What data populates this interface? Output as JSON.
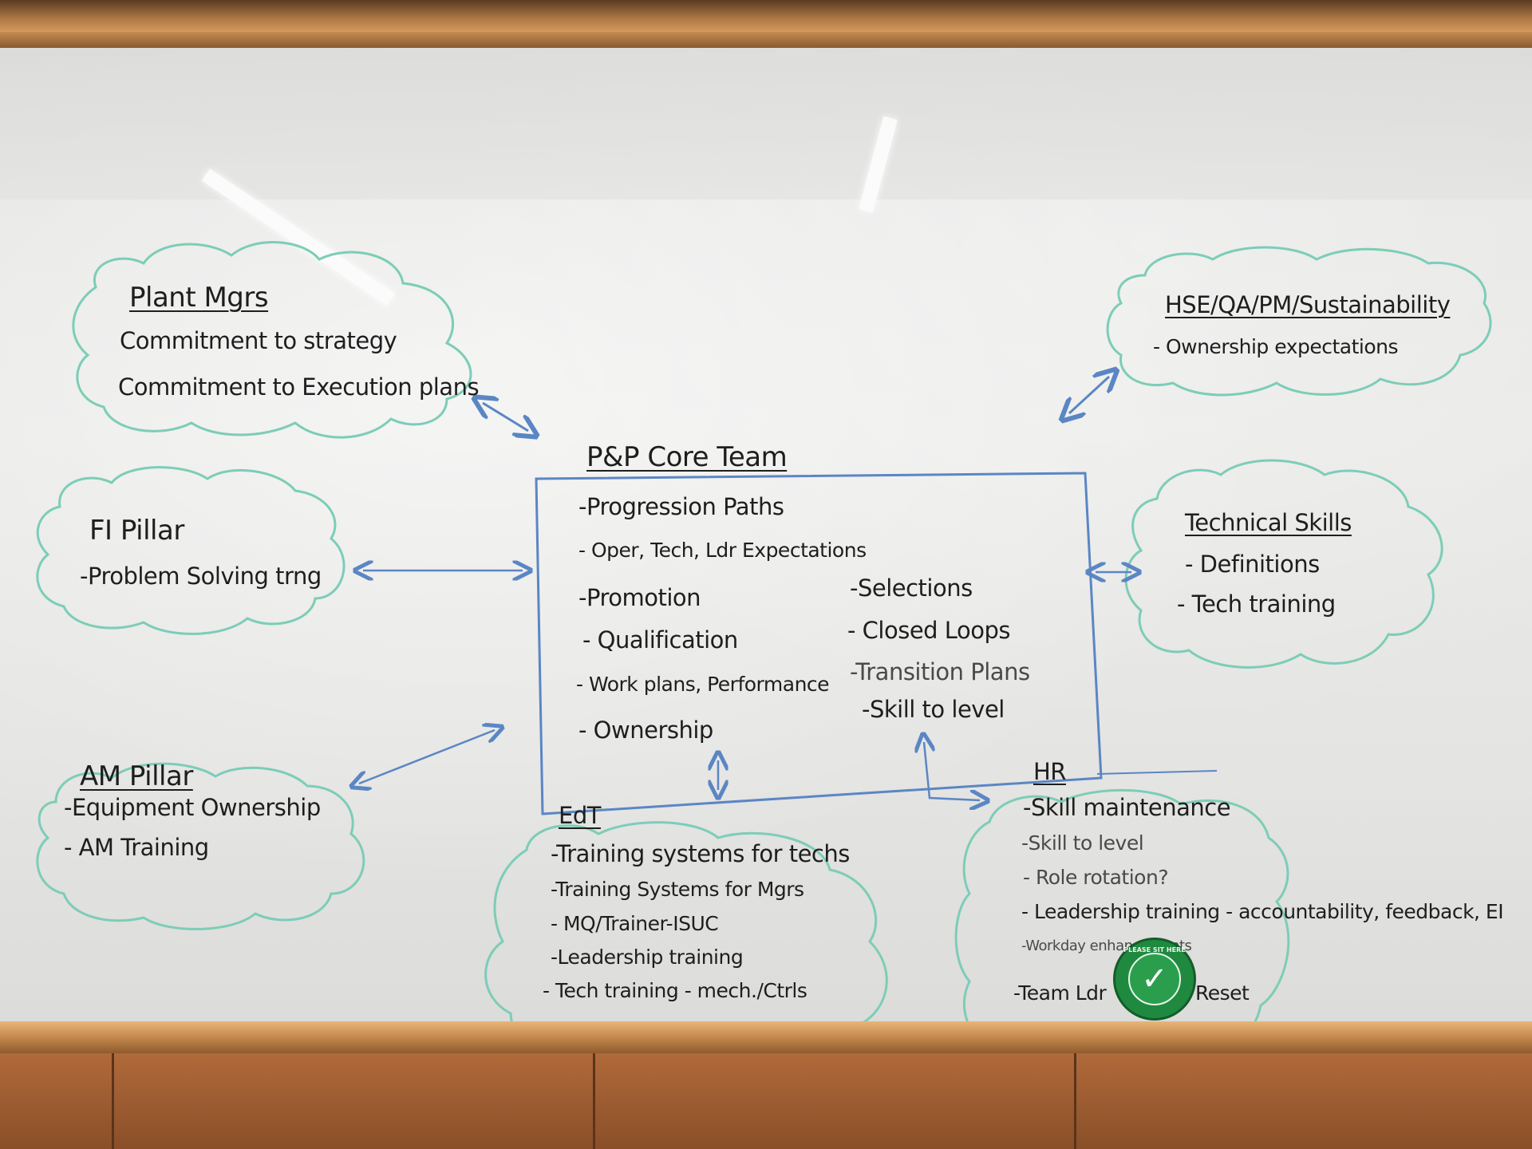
{
  "center": {
    "title": "P&P Core Team",
    "left_items": [
      "-Progression Paths",
      "- Oper, Tech, Ldr Expectations",
      "-Promotion",
      "- Qualification",
      "- Work plans, Performance",
      "- Ownership"
    ],
    "right_items": [
      "-Selections",
      "- Closed Loops",
      "-Transition Plans",
      "-Skill to level"
    ]
  },
  "plant_mgrs": {
    "title": "Plant Mgrs",
    "items": [
      "Commitment to strategy",
      "Commitment to Execution plans"
    ]
  },
  "hse": {
    "title": "HSE/QA/PM/Sustainability",
    "items": [
      "- Ownership expectations"
    ]
  },
  "fi_pillar": {
    "title": "FI Pillar",
    "items": [
      "-Problem Solving trng"
    ]
  },
  "technical_skills": {
    "title": "Technical Skills",
    "items": [
      "- Definitions",
      "- Tech training"
    ]
  },
  "am_pillar": {
    "title": "AM Pillar",
    "items": [
      "-Equipment Ownership",
      "- AM Training"
    ]
  },
  "edt": {
    "title": "EdT",
    "items": [
      "-Training systems for techs",
      "-Training Systems for Mgrs",
      "- MQ/Trainer-ISUC",
      "-Leadership training",
      "- Tech training - mech./Ctrls"
    ]
  },
  "hr": {
    "title": "HR",
    "items": [
      "-Skill maintenance",
      "-Skill to level",
      "- Role rotation?",
      "- Leadership training - accountability, feedback, EI",
      "-Workday enhancements",
      "-Team Ldr",
      "Reset"
    ]
  },
  "sticker": {
    "ring_text": "PLEASE SIT HERE",
    "icon": "checkmark-icon",
    "color": "#1f8a3f"
  },
  "colors": {
    "marker_black": "#1e1e1e",
    "marker_blue": "#5b86c4",
    "marker_teal": "#7ccdb7",
    "frame_wood": "#c4884c"
  }
}
